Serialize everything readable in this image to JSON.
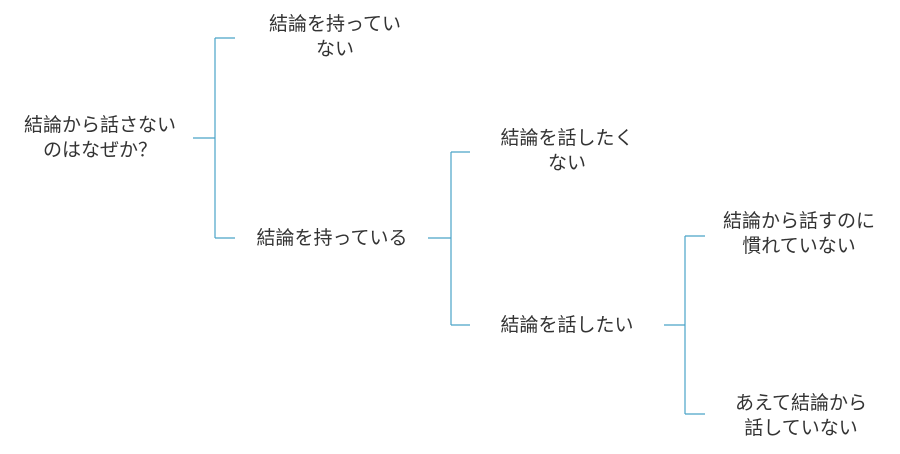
{
  "tree": {
    "root": {
      "line1": "結論から話さない",
      "line2": "のはなぜか？"
    },
    "level1": {
      "no_conclusion": {
        "line1": "結論を持ってい",
        "line2": "ない"
      },
      "has_conclusion": {
        "text": "結論を持っている"
      }
    },
    "level2": {
      "not_want_to_say": {
        "line1": "結論を話したく",
        "line2": "ない"
      },
      "want_to_say": {
        "text": "結論を話したい"
      }
    },
    "level3": {
      "not_used_to": {
        "line1": "結論から話すのに",
        "line2": "慣れていない"
      },
      "intentionally": {
        "line1": "あえて結論から",
        "line2": "話していない"
      }
    }
  },
  "colors": {
    "connector": "#4aa3c7",
    "text": "#333333"
  }
}
